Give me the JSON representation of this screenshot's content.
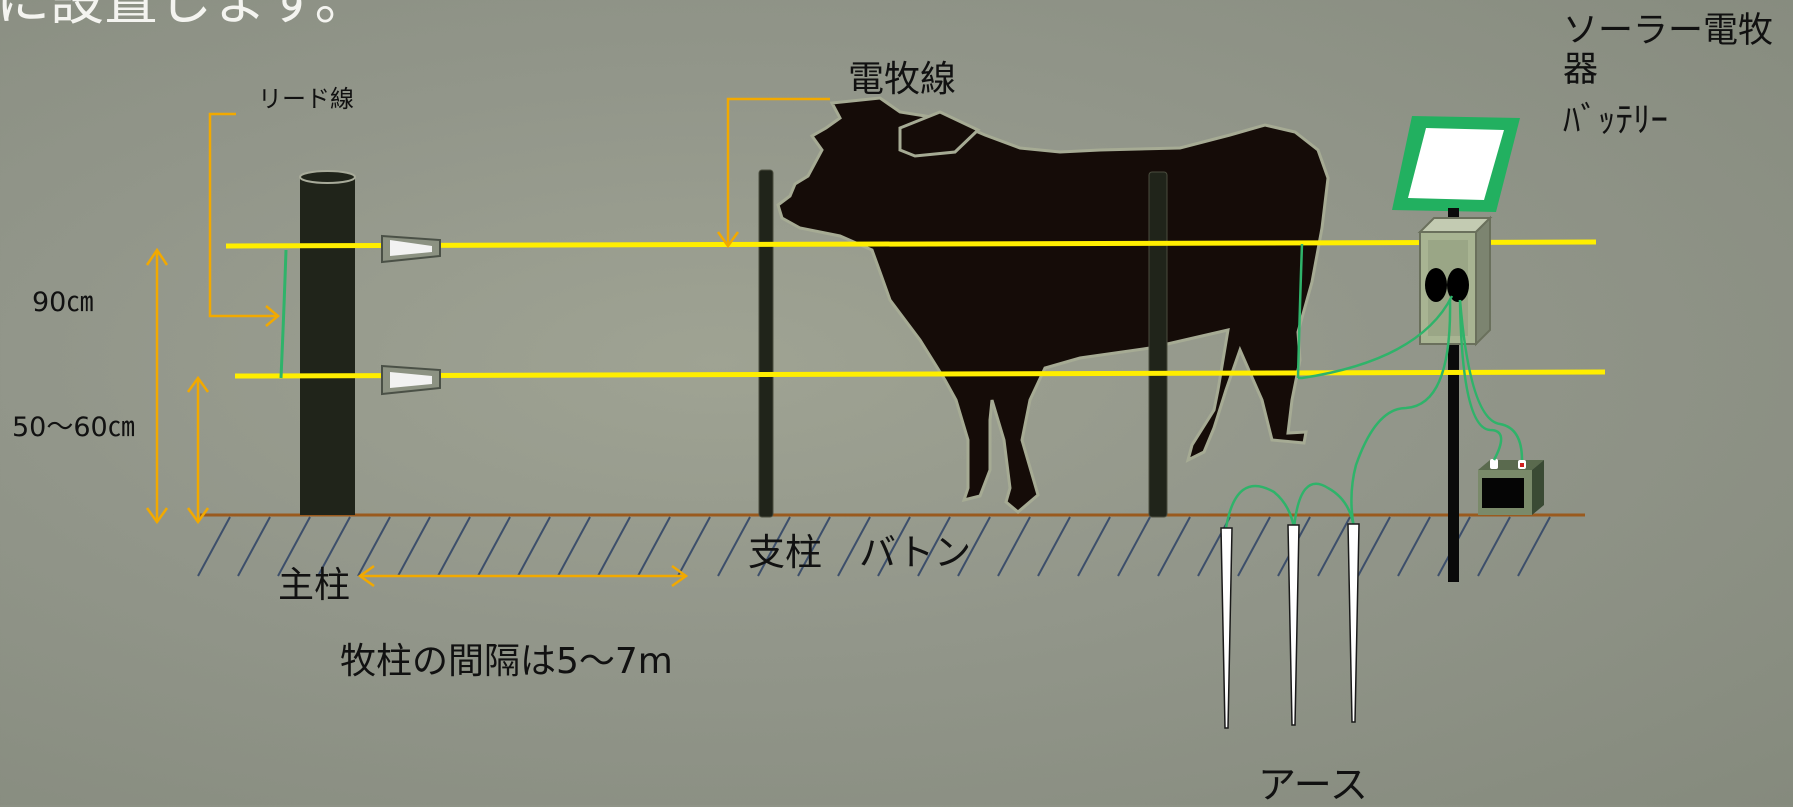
{
  "title_fragment": "に設置します。",
  "labels": {
    "lead_wire": "リード線",
    "electric_fence_wire": "電牧線",
    "solar_energizer": "ソーラー電牧器",
    "battery": "ﾊﾞｯﾃﾘｰ",
    "height_upper": "90㎝",
    "height_lower": "50～60㎝",
    "main_post": "主柱",
    "support_post": "支柱　バトン",
    "post_spacing": "牧柱の間隔は5～7m",
    "earth": "アース"
  },
  "colors": {
    "fence_wire": "#ffee00",
    "dimension_arrow": "#f2a900",
    "lead_wire": "#2fb36a",
    "ground": "#9a5a1e",
    "ground_hatch": "#3d4f6b",
    "post": "#20241a",
    "cow": "#150c08",
    "panel_frame": "#22b060"
  }
}
